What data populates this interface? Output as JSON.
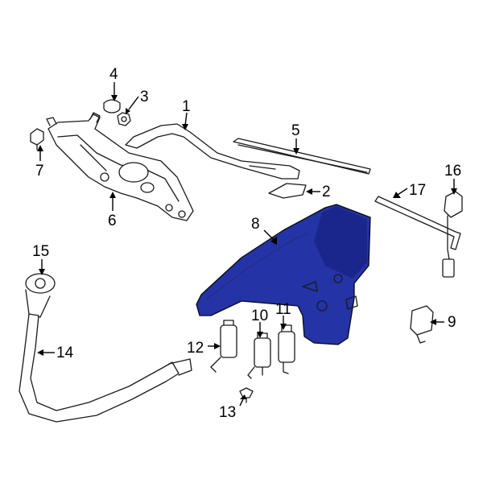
{
  "colors": {
    "highlight": "#2433a6",
    "highlight_dark": "#101a70",
    "line": "#1a1a1a",
    "background": "#ffffff"
  },
  "callouts": [
    {
      "id": "1",
      "label": "1"
    },
    {
      "id": "2",
      "label": "2"
    },
    {
      "id": "3",
      "label": "3"
    },
    {
      "id": "4",
      "label": "4"
    },
    {
      "id": "5",
      "label": "5"
    },
    {
      "id": "6",
      "label": "6"
    },
    {
      "id": "7",
      "label": "7"
    },
    {
      "id": "8",
      "label": "8"
    },
    {
      "id": "9",
      "label": "9"
    },
    {
      "id": "10",
      "label": "10"
    },
    {
      "id": "11",
      "label": "11"
    },
    {
      "id": "12",
      "label": "12"
    },
    {
      "id": "13",
      "label": "13"
    },
    {
      "id": "14",
      "label": "14"
    },
    {
      "id": "15",
      "label": "15"
    },
    {
      "id": "16",
      "label": "16"
    },
    {
      "id": "17",
      "label": "17"
    }
  ],
  "highlighted_part": "8"
}
